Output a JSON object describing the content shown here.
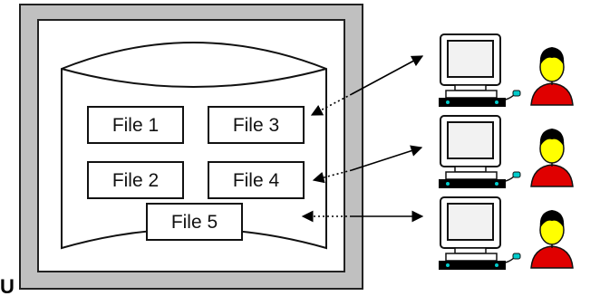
{
  "diagram": {
    "edge_text": "U",
    "storage": {
      "icon": "database-cylinder-icon",
      "files": [
        {
          "id": "file-1",
          "label": "File 1"
        },
        {
          "id": "file-2",
          "label": "File 2"
        },
        {
          "id": "file-3",
          "label": "File 3"
        },
        {
          "id": "file-4",
          "label": "File 4"
        },
        {
          "id": "file-5",
          "label": "File 5"
        }
      ]
    },
    "clients": [
      {
        "id": "client-1",
        "computer_icon": "desktop-computer-icon",
        "user_icon": "user-person-icon"
      },
      {
        "id": "client-2",
        "computer_icon": "desktop-computer-icon",
        "user_icon": "user-person-icon"
      },
      {
        "id": "client-3",
        "computer_icon": "desktop-computer-icon",
        "user_icon": "user-person-icon"
      }
    ],
    "colors": {
      "outer_frame": "#c0c0c0",
      "frame_border": "#333333",
      "user_shirt": "#e00000",
      "user_face": "#ffff00",
      "user_hair": "#000000",
      "computer_body": "#ffffff",
      "computer_screen": "#f2f2f2",
      "keyboard": "#000000",
      "connector": "#00cccc"
    }
  }
}
